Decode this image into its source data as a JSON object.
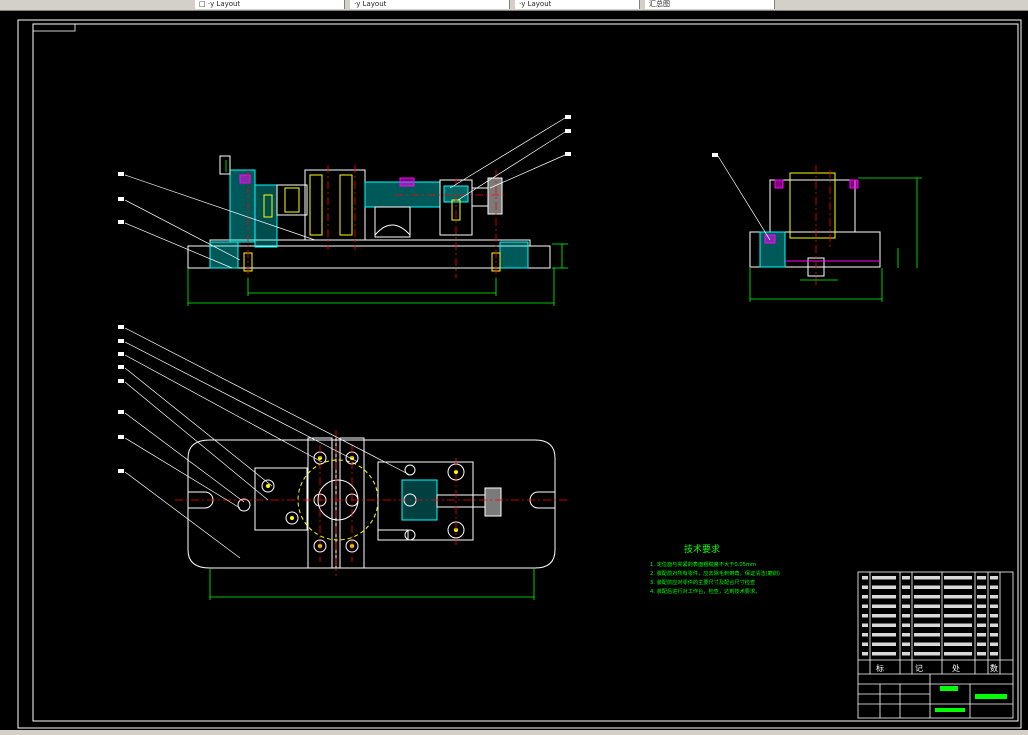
{
  "toolbar": {
    "tabs": [
      {
        "label": "□ ·y Layout"
      },
      {
        "label": "·y Layout"
      },
      {
        "label": "·y Layout"
      },
      {
        "label": "汇总图"
      }
    ]
  },
  "drawing": {
    "tech_requirements": {
      "title": "技术要求",
      "lines": [
        "1. 定位面与夹紧的表面粗糙度不大于0.05mm",
        "2. 装配前对所有零件，应去除毛刺倒角，保证清洁(磨削)",
        "3. 装配前应对零件的主要尺寸及配合尺寸检查",
        "4. 装配后进行对工作台，检查，达到技术要求。"
      ]
    },
    "title_block": {
      "headers": [
        "标",
        "记",
        "处",
        "数"
      ],
      "rows": 9
    },
    "colors": {
      "outline": "#ffffff",
      "hatch": "#00ffff",
      "dimension": "#00ff00",
      "centerline": "#ff0000",
      "fastener": "#ffff00",
      "magenta": "#ff00ff"
    }
  }
}
